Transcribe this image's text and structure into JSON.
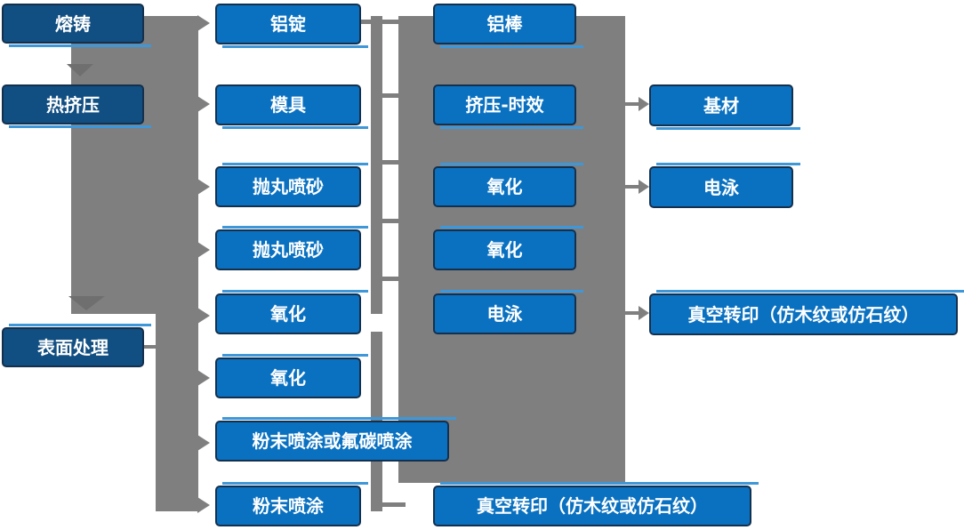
{
  "diagram": {
    "description_labels": {
      "c1": [
        "熔铸",
        "热挤压",
        "表面处理"
      ],
      "c2": [
        "铝锭",
        "模具",
        "抛丸喷砂",
        "抛丸喷砂",
        "氧化",
        "氧化",
        "粉末喷涂或氟碳喷涂",
        "粉末喷涂"
      ],
      "c3": [
        "铝棒",
        "挤压-时效",
        "氧化",
        "氧化",
        "电泳",
        "真空转印（仿木纹或仿石纹）"
      ],
      "c4": [
        "基材",
        "电泳",
        "真空转印（仿木纹或仿石纹）"
      ]
    },
    "colors": {
      "stage_box": "#114e81",
      "step_box": "#0a71c1",
      "connector_gray": "#7f7f7f",
      "down_arrow_gray": "#6f6f6f",
      "accent_line_blue": "#3e97d8",
      "box_border": "#14304d",
      "text": "#ffffff",
      "background": "#ffffff"
    }
  }
}
